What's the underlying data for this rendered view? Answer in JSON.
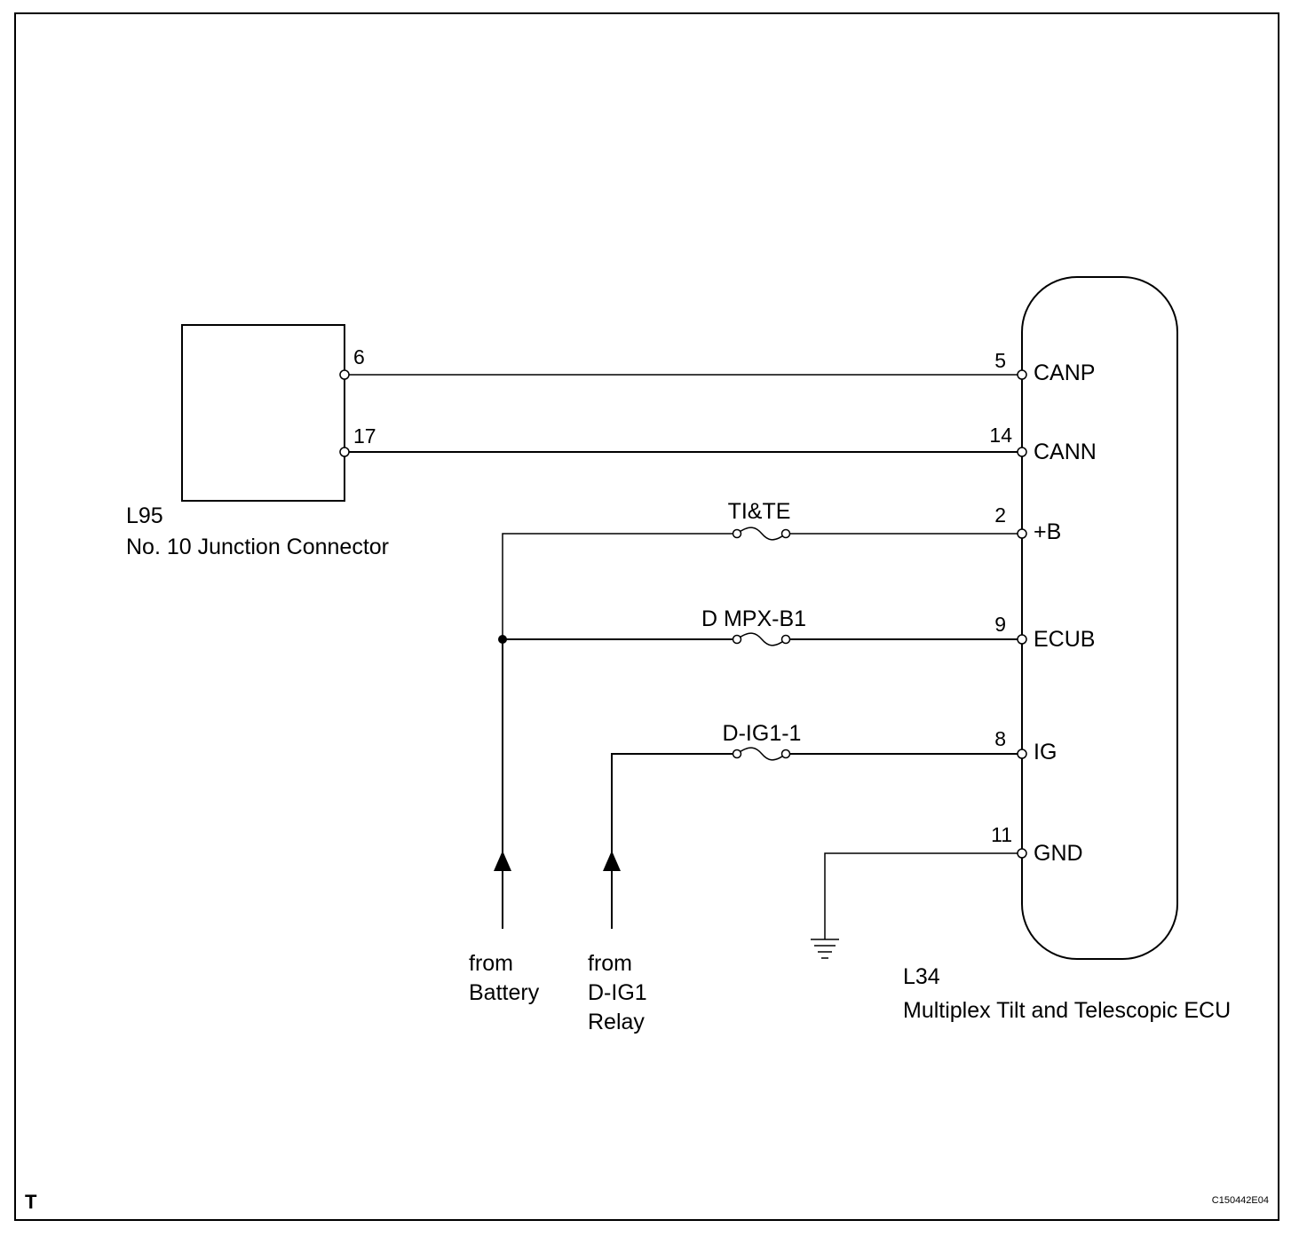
{
  "corner_label": "T",
  "figure_code": "C150442E04",
  "connector_l95": {
    "code": "L95",
    "name": "No. 10 Junction Connector",
    "pins": [
      "6",
      "17"
    ]
  },
  "ecu_l34": {
    "code": "L34",
    "name": "Multiplex Tilt and Telescopic ECU",
    "pins": [
      {
        "num": "5",
        "signal": "CANP"
      },
      {
        "num": "14",
        "signal": "CANN"
      },
      {
        "num": "2",
        "signal": "+B"
      },
      {
        "num": "9",
        "signal": "ECUB"
      },
      {
        "num": "8",
        "signal": "IG"
      },
      {
        "num": "11",
        "signal": "GND"
      }
    ]
  },
  "fuses": [
    "TI&TE",
    "D MPX-B1",
    "D-IG1-1"
  ],
  "sources": {
    "battery": [
      "from",
      "Battery"
    ],
    "relay": [
      "from",
      "D-IG1",
      "Relay"
    ]
  }
}
